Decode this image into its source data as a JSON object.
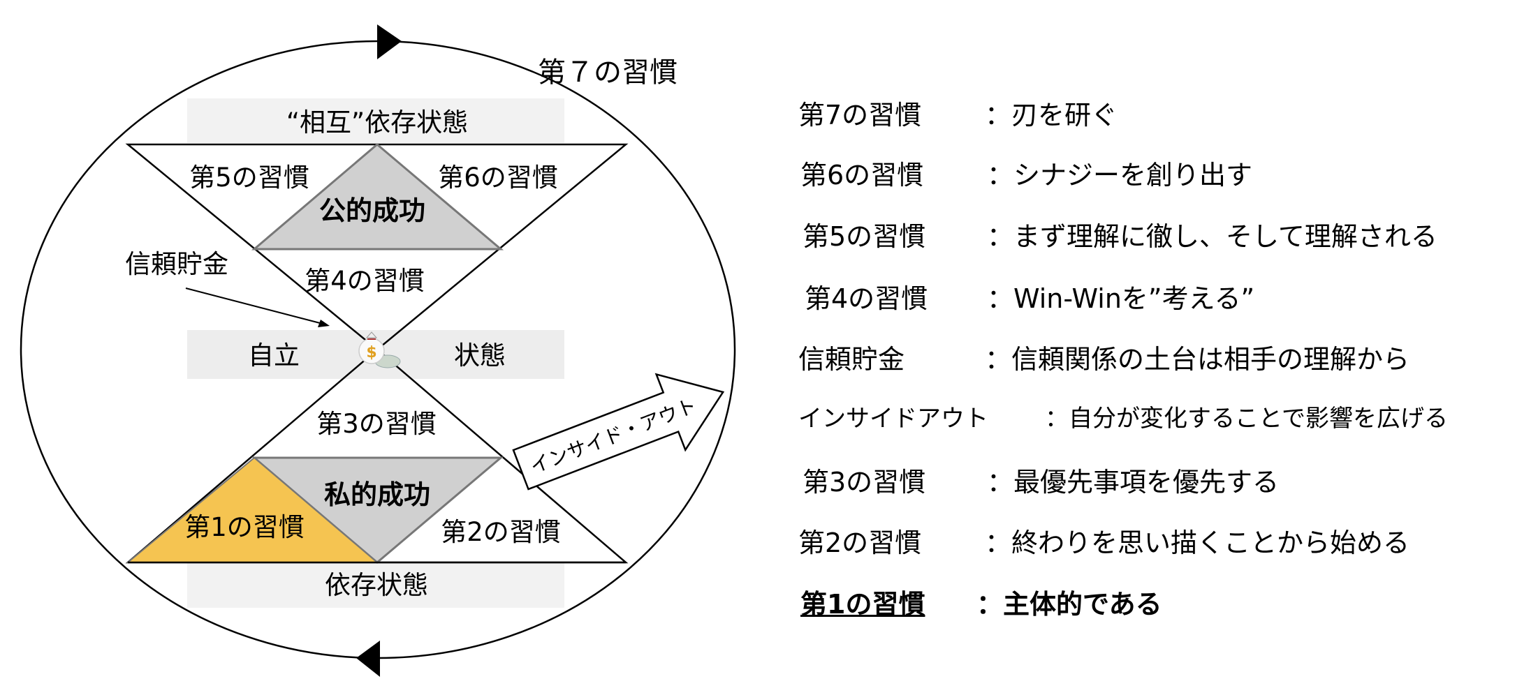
{
  "diagram": {
    "habit7_label": "第７の習慣",
    "interdependence_label": "“相互”依存状態",
    "habit5": "第5の習慣",
    "habit6": "第6の習慣",
    "public_victory": "公的成功",
    "habit4": "第4の習慣",
    "emotional_bank": "信頼貯金",
    "independence_left": "自立",
    "independence_right": "状態",
    "habit3": "第3の習慣",
    "inside_out": "インサイド・アウト",
    "private_victory": "私的成功",
    "habit1": "第1の習慣",
    "habit2": "第2の習慣",
    "dependence_label": "依存状態",
    "money_symbol": "$",
    "colors": {
      "highlight": "#F5C451",
      "victory": "#D0D0D0",
      "band": "#F2F2F2"
    }
  },
  "legend": [
    {
      "label": "第7の習慣",
      "desc": "：刃を研ぐ"
    },
    {
      "label": "第6の習慣",
      "desc": "：シナジーを創り出す"
    },
    {
      "label": "第5の習慣",
      "desc": "：まず理解に徹し、そして理解される"
    },
    {
      "label": "第4の習慣",
      "desc": "：Win-Winを”考える”"
    },
    {
      "label": "信頼貯金",
      "desc": "：信頼関係の土台は相手の理解から"
    },
    {
      "label": "インサイドアウト",
      "desc": "：自分が変化することで影響を広げる"
    },
    {
      "label": "第3の習慣",
      "desc": "：最優先事項を優先する"
    },
    {
      "label": "第2の習慣",
      "desc": "：終わりを思い描くことから始める"
    },
    {
      "label": "第1の習慣",
      "desc": "：主体的である"
    }
  ]
}
